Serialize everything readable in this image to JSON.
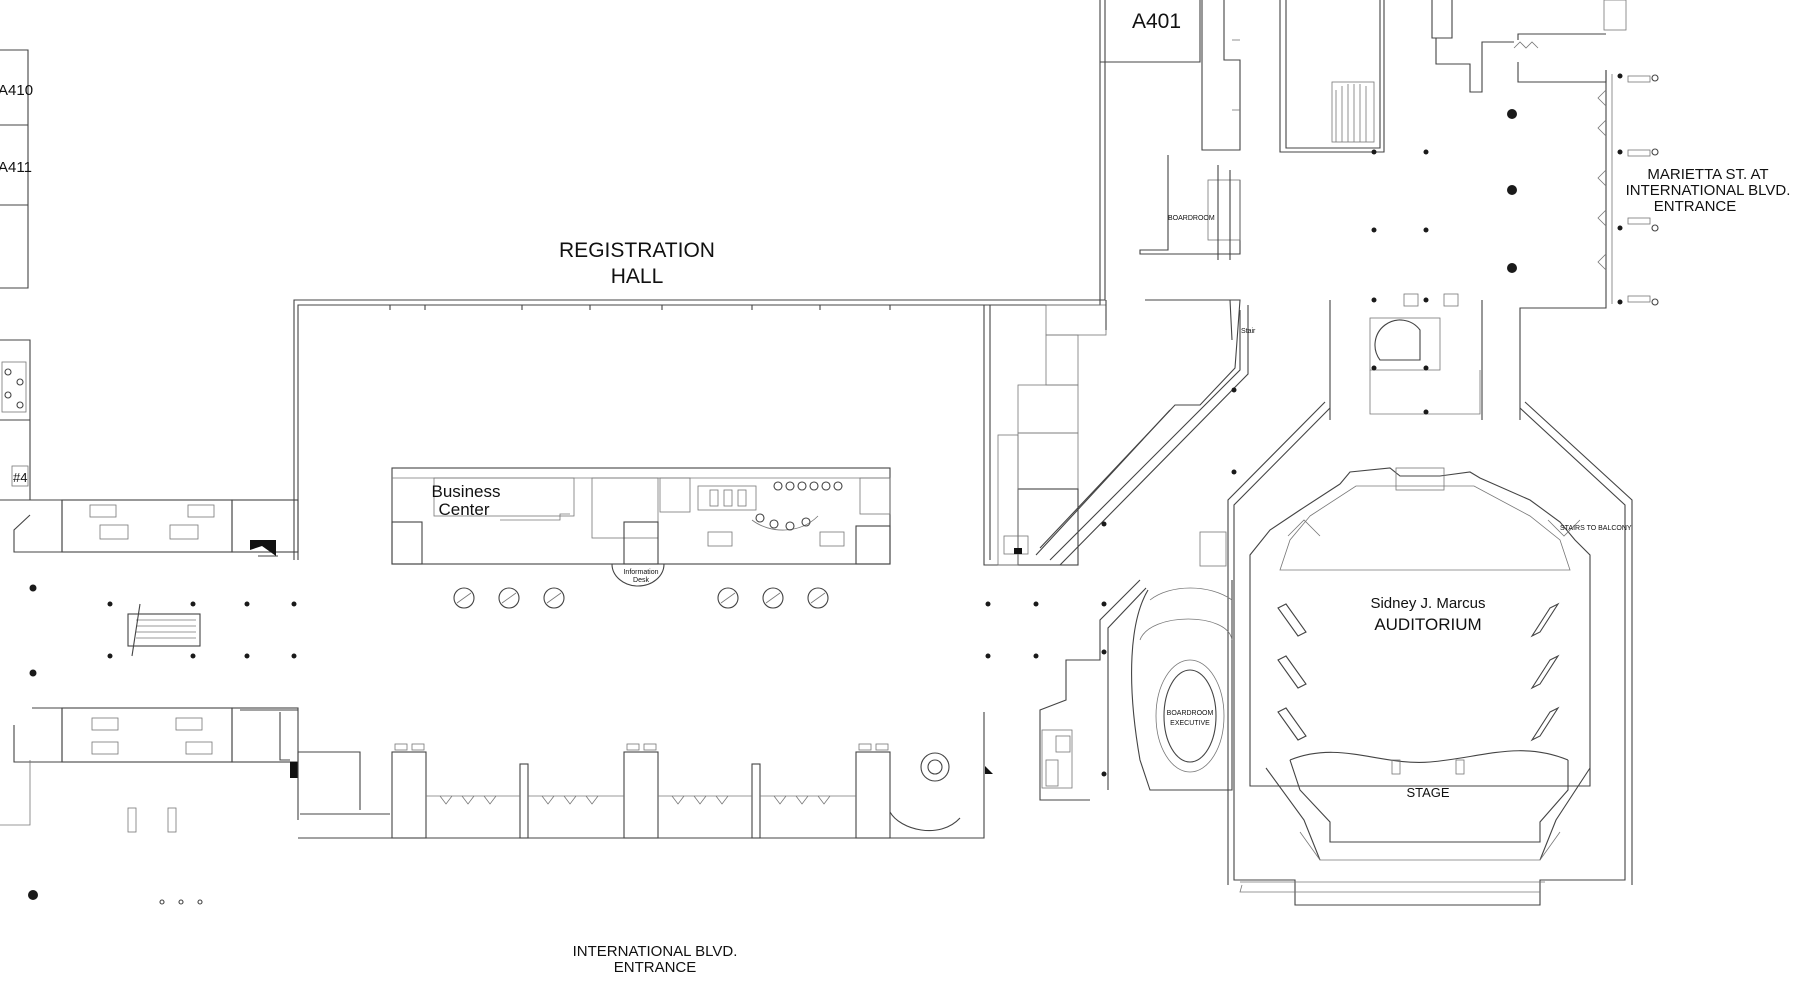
{
  "map": {
    "rooms": {
      "a401": "A401",
      "a410": "A410",
      "a411": "A411",
      "room4": "#4",
      "boardroom": "BOARDROOM",
      "exec_boardroom_1": "BOARDROOM",
      "exec_boardroom_2": "EXECUTIVE"
    },
    "registration_hall": {
      "line1": "REGISTRATION",
      "line2": "HALL"
    },
    "business_center": {
      "line1": "Business",
      "line2": "Center"
    },
    "information_desk": {
      "line1": "Information",
      "line2": "Desk"
    },
    "auditorium": {
      "line1": "Sidney J. Marcus",
      "line2": "AUDITORIUM",
      "stage": "STAGE"
    },
    "entrances": {
      "marietta": {
        "line1": "MARIETTA ST. AT",
        "line2": "INTERNATIONAL BLVD.",
        "line3": "ENTRANCE"
      },
      "international": {
        "line1": "INTERNATIONAL BLVD.",
        "line2": "ENTRANCE"
      }
    },
    "markers": {
      "stair": "Stair",
      "stairs_to_balcony": "STAIRS TO BALCONY"
    }
  }
}
